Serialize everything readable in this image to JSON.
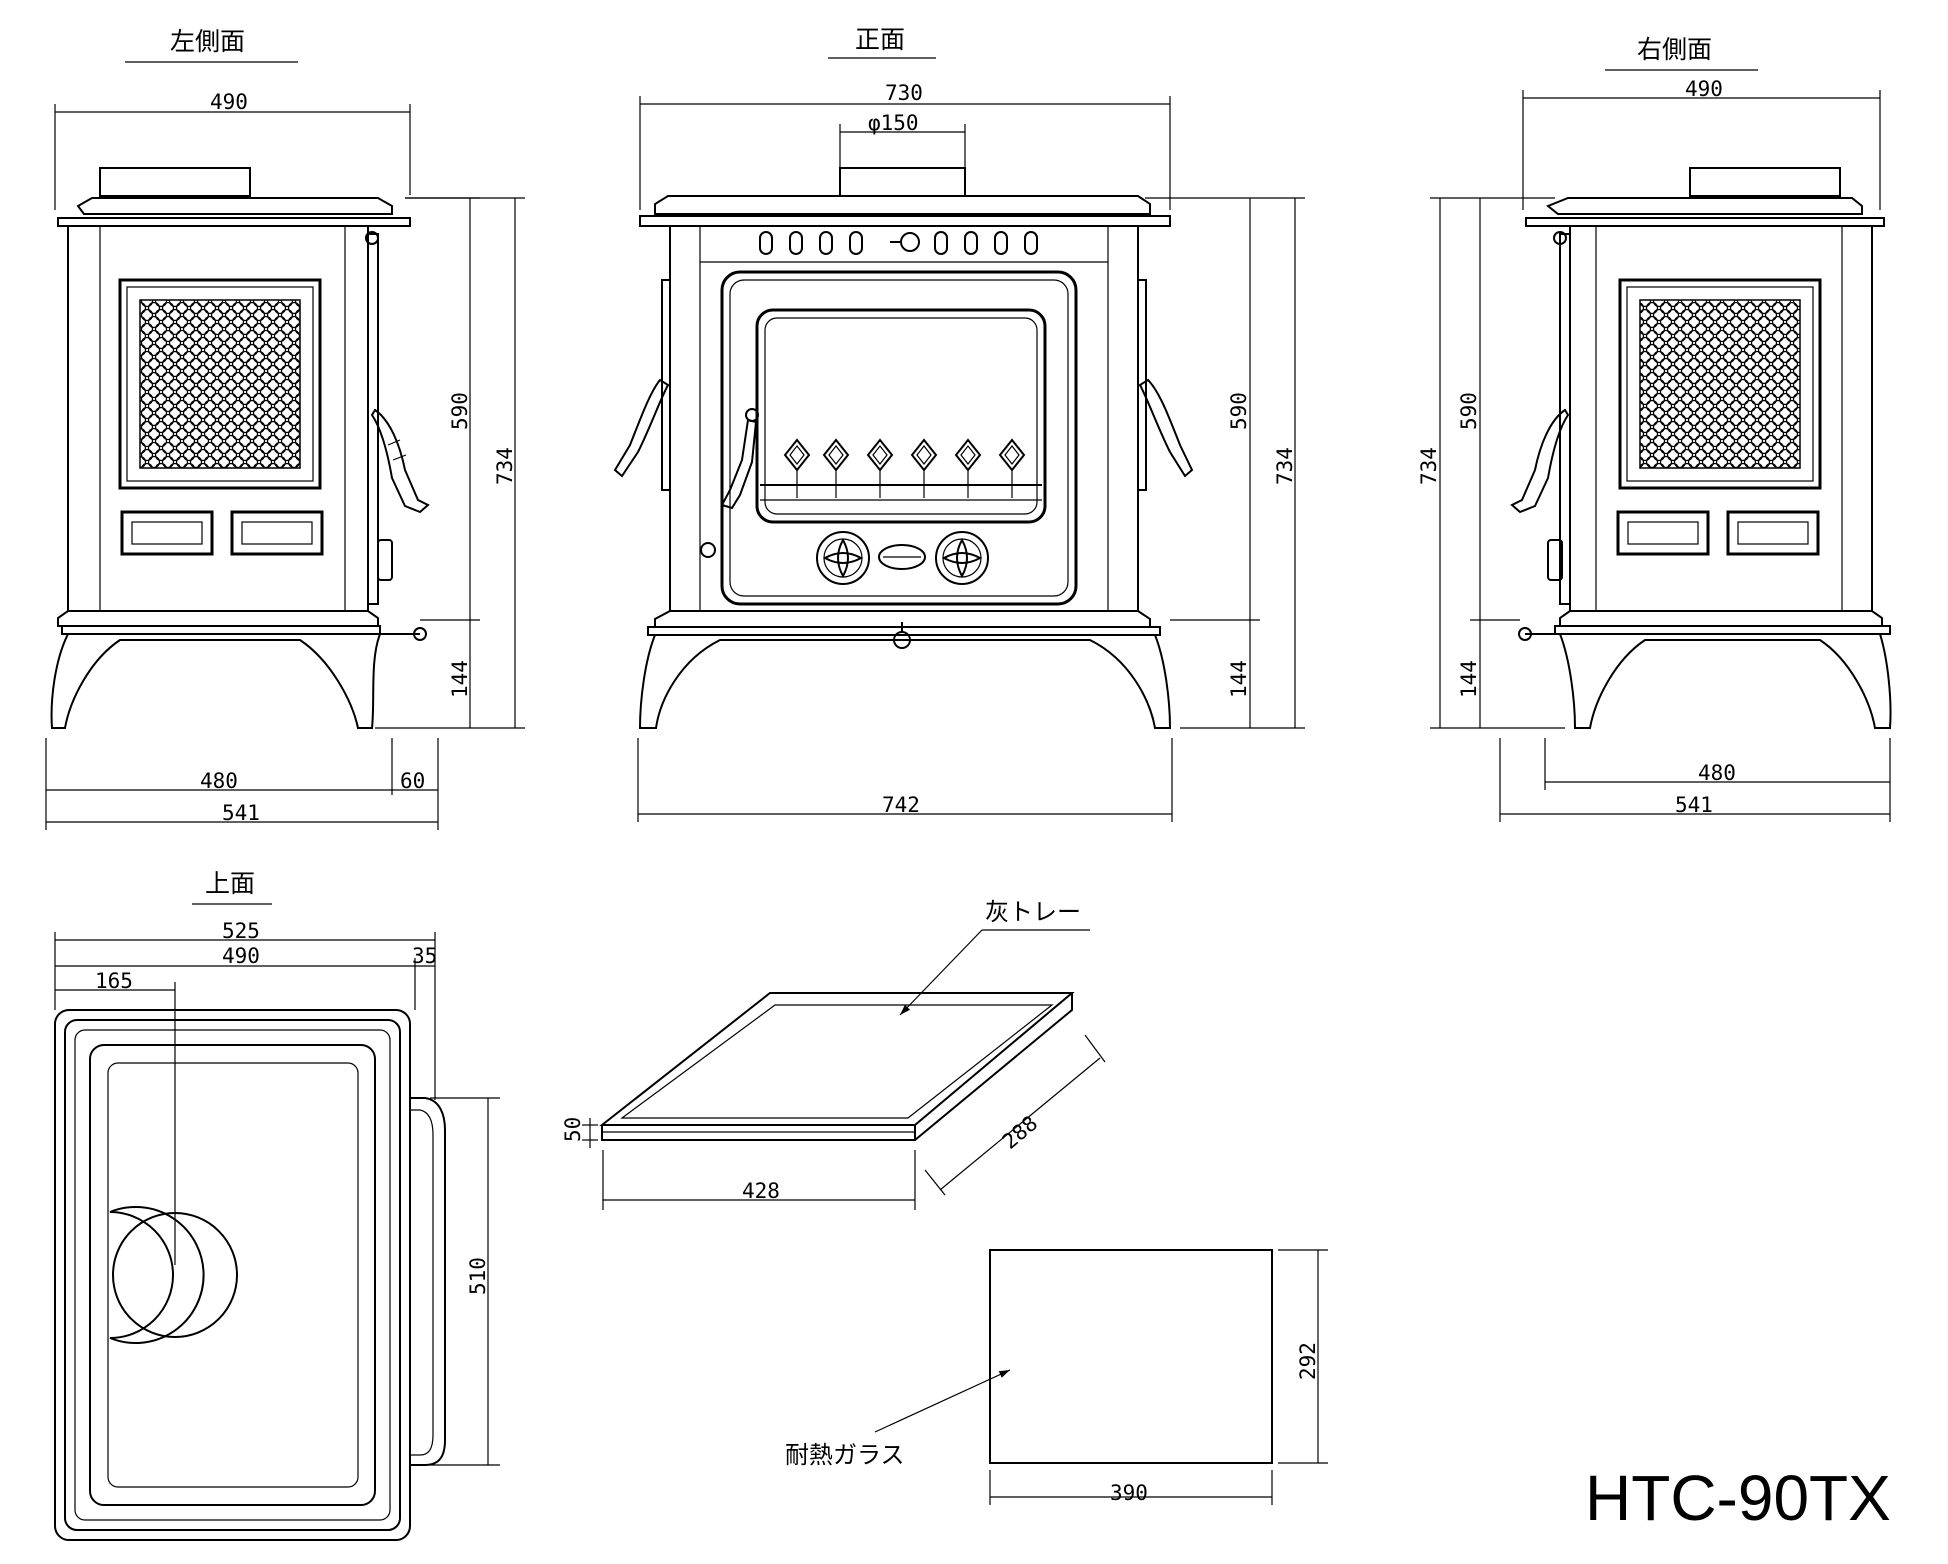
{
  "views": {
    "left": {
      "title": "左側面",
      "width": "490",
      "height_body": "590",
      "height_total": "734",
      "height_legs": "144",
      "base_width": "480",
      "handle_offset": "60",
      "total_width": "541"
    },
    "front": {
      "title": "正面",
      "width": "730",
      "flue": "φ150",
      "height_body": "590",
      "height_total": "734",
      "height_legs": "144",
      "base_width": "742"
    },
    "right": {
      "title": "右側面",
      "width": "490",
      "height_body": "590",
      "height_total": "734",
      "height_legs": "144",
      "base_width": "480",
      "total_width": "541"
    },
    "top": {
      "title": "上面",
      "width_total": "525",
      "width_body": "490",
      "offset": "35",
      "flue_offset": "165",
      "depth": "510"
    }
  },
  "parts": {
    "ash_tray": {
      "label": "灰トレー",
      "width": "428",
      "depth": "288",
      "height": "50"
    },
    "glass": {
      "label": "耐熱ガラス",
      "width": "390",
      "height": "292"
    }
  },
  "model": "HTC-90TX",
  "icons": [
    "handle-icon",
    "grille-icon",
    "ornament-icon"
  ]
}
